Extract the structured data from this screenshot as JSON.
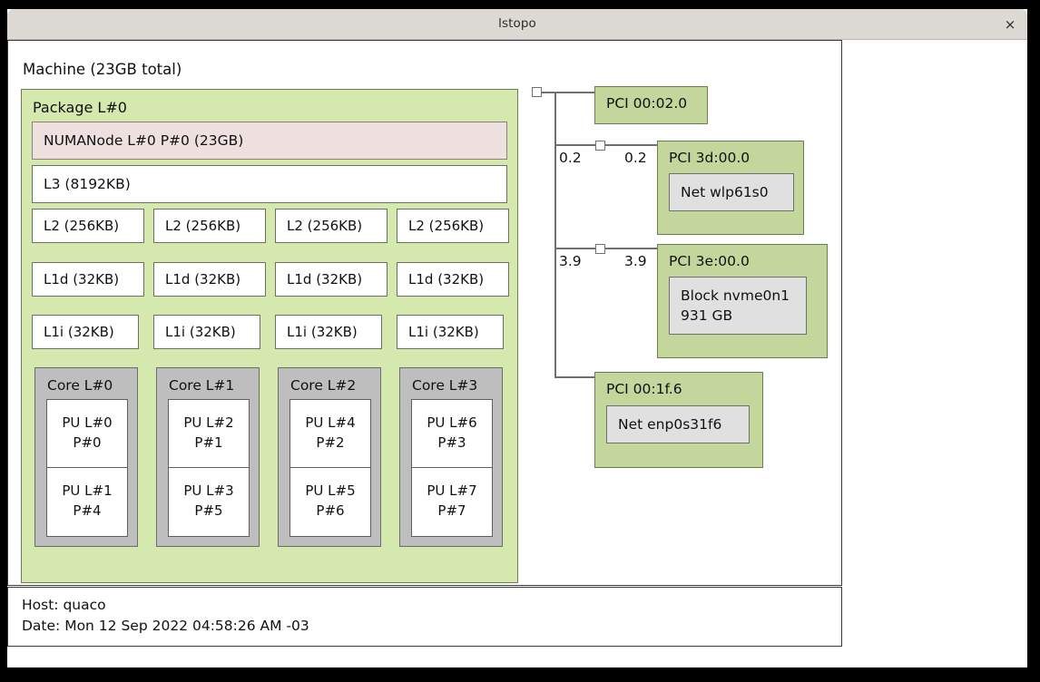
{
  "window": {
    "title": "lstopo",
    "close_icon": "close-icon",
    "close_glyph": "×"
  },
  "topology": {
    "machine_label": "Machine (23GB total)",
    "package": {
      "label": "Package L#0",
      "numanode": "NUMANode L#0 P#0 (23GB)",
      "l3": "L3 (8192KB)",
      "l2": [
        "L2 (256KB)",
        "L2 (256KB)",
        "L2 (256KB)",
        "L2 (256KB)"
      ],
      "l1d": [
        "L1d (32KB)",
        "L1d (32KB)",
        "L1d (32KB)",
        "L1d (32KB)"
      ],
      "l1i": [
        "L1i (32KB)",
        "L1i (32KB)",
        "L1i (32KB)",
        "L1i (32KB)"
      ],
      "cores": [
        {
          "label": "Core L#0",
          "pus": [
            "PU L#0\nP#0",
            "PU L#1\nP#4"
          ]
        },
        {
          "label": "Core L#1",
          "pus": [
            "PU L#2\nP#1",
            "PU L#3\nP#5"
          ]
        },
        {
          "label": "Core L#2",
          "pus": [
            "PU L#4\nP#2",
            "PU L#5\nP#6"
          ]
        },
        {
          "label": "Core L#3",
          "pus": [
            "PU L#6\nP#3",
            "PU L#7\nP#7"
          ]
        }
      ]
    },
    "pci": {
      "bandwidth_labels": {
        "wifi_left": "0.2",
        "wifi_right": "0.2",
        "nvme_left": "3.9",
        "nvme_right": "3.9"
      },
      "devices": [
        {
          "label": "PCI 00:02.0",
          "osdev": null
        },
        {
          "label": "PCI 3d:00.0",
          "osdev": "Net wlp61s0"
        },
        {
          "label": "PCI 3e:00.0",
          "osdev": "Block nvme0n1\n931 GB"
        },
        {
          "label": "PCI 00:1f.6",
          "osdev": "Net enp0s31f6"
        }
      ]
    }
  },
  "footer": {
    "host": "Host: quaco",
    "date": "Date: Mon 12 Sep 2022 04:58:26 AM -03"
  },
  "colors": {
    "package_green": "#d5e8ad",
    "pci_green": "#c3d69b",
    "numanode_pink": "#efe0e0",
    "core_gray": "#bebebe",
    "osdev_gray": "#e0e0e0",
    "cache_white": "#ffffff",
    "titlebar": "#dcd9d4",
    "desktop": "#000000"
  }
}
